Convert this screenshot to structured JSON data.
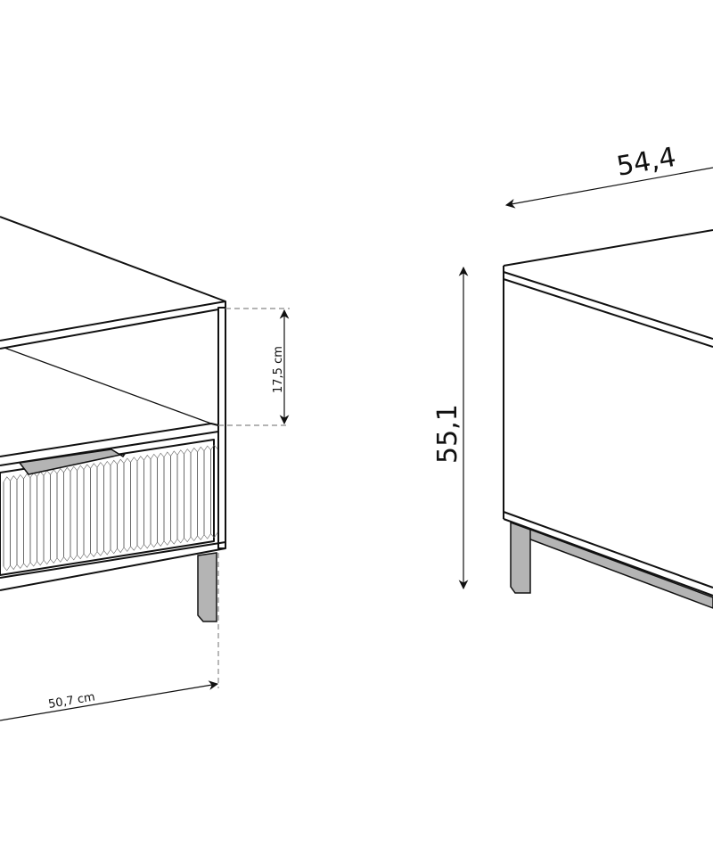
{
  "dimensions": {
    "shelf_height": "17,5 cm",
    "left_width": "50,7 cm",
    "depth": "54,4",
    "height": "55,1"
  },
  "colors": {
    "line": "#111111",
    "metal": "#b4b4b4",
    "flute": "#ececec"
  }
}
